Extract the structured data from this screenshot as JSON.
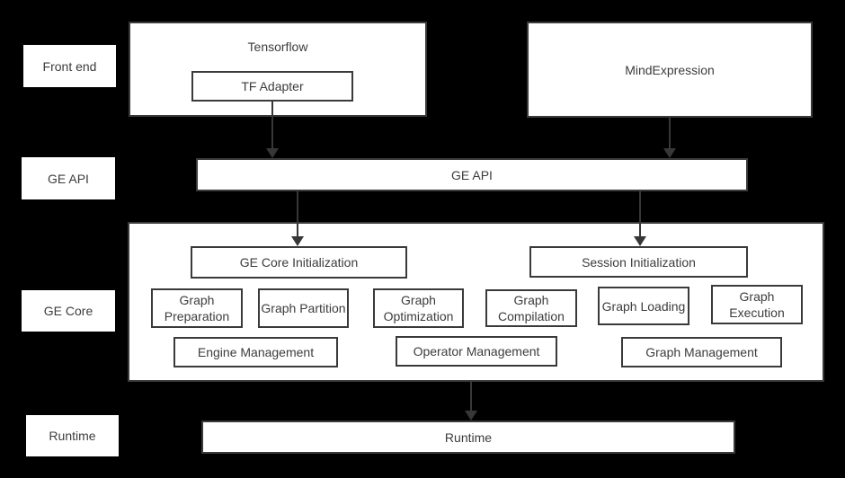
{
  "colors": {
    "background": "#000000",
    "box_fill": "#ffffff",
    "box_border": "#3a3a3a",
    "text": "#3c3c3c",
    "arrow": "#373737"
  },
  "row_labels": {
    "front_end": "Front end",
    "ge_api": "GE API",
    "ge_core": "GE Core",
    "runtime": "Runtime"
  },
  "front_end": {
    "tensorflow_title": "Tensorflow",
    "tf_adapter": "TF Adapter",
    "mind_expression": "MindExpression"
  },
  "ge_api": {
    "bar_label": "GE API"
  },
  "ge_core": {
    "init": [
      "GE Core Initialization",
      "Session Initialization"
    ],
    "stages": [
      "Graph Preparation",
      "Graph Partition",
      "Graph Optimization",
      "Graph Compilation",
      "Graph Loading",
      "Graph Execution"
    ],
    "management": [
      "Engine Management",
      "Operator Management",
      "Graph Management"
    ]
  },
  "runtime": {
    "bar_label": "Runtime"
  }
}
